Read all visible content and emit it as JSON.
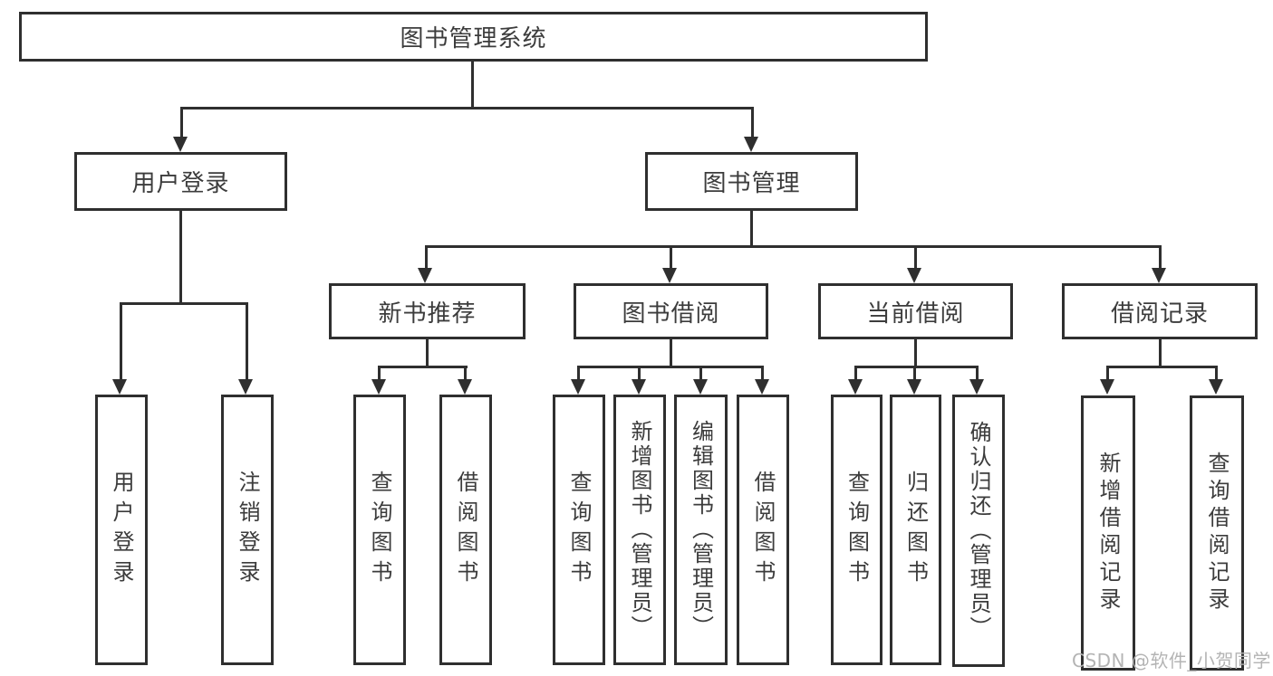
{
  "nodes": {
    "root": "图书管理系统",
    "user_login": "用户登录",
    "book_management": "图书管理",
    "new_book_recommend": "新书推荐",
    "book_borrowing": "图书借阅",
    "current_borrowing": "当前借阅",
    "borrowing_records": "借阅记录",
    "leaf_user_login": "用户登录",
    "leaf_logout_login": "注销登录",
    "leaf_nb_query_books": "查询图书",
    "leaf_nb_borrow_books": "借阅图书",
    "leaf_bb_query_books": "查询图书",
    "leaf_bb_add_books": "新增图书（管理员）",
    "leaf_bb_edit_books": "编辑图书（管理员）",
    "leaf_bb_borrow_books": "借阅图书",
    "leaf_cb_query_books": "查询图书",
    "leaf_cb_return_books": "归还图书",
    "leaf_cb_confirm_return": "确认归还（管理员）",
    "leaf_br_add_record": "新增借阅记录",
    "leaf_br_query_record": "查询借阅记录"
  },
  "watermark": "CSDN @软件_小贺同学",
  "colors": {
    "line": "#2f2f2f",
    "text": "#3c3c3c",
    "watermark": "#b4b4b4",
    "background": "#ffffff"
  }
}
